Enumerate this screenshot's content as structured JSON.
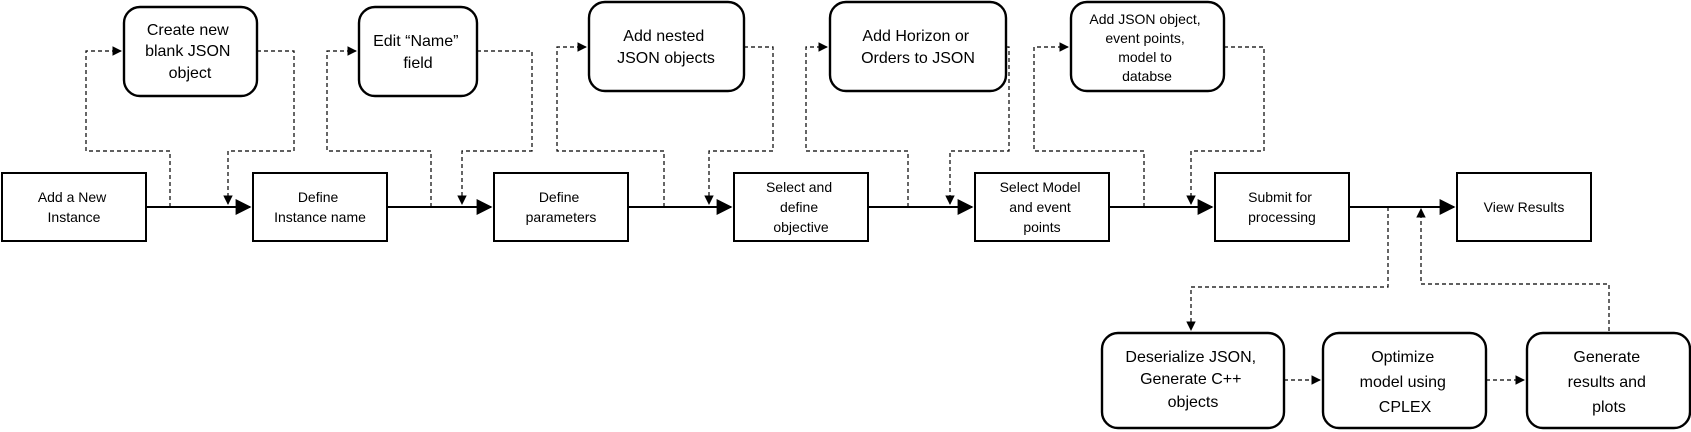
{
  "main_steps": [
    {
      "id": "add-instance",
      "lines": [
        "Add a New",
        "Instance"
      ]
    },
    {
      "id": "define-instance-name",
      "lines": [
        "Define",
        "Instance name"
      ]
    },
    {
      "id": "define-parameters",
      "lines": [
        "Define",
        "parameters"
      ]
    },
    {
      "id": "select-objective",
      "lines": [
        "Select and",
        "define",
        "objective"
      ]
    },
    {
      "id": "select-model",
      "lines": [
        "Select Model",
        "and event",
        "points"
      ]
    },
    {
      "id": "submit-processing",
      "lines": [
        "Submit for",
        "processing"
      ]
    },
    {
      "id": "view-results",
      "lines": [
        "View Results"
      ]
    }
  ],
  "json_steps": [
    {
      "id": "create-json",
      "lines": [
        "Create new",
        "blank JSON",
        "object"
      ]
    },
    {
      "id": "edit-name",
      "lines": [
        "Edit “Name”",
        "field"
      ]
    },
    {
      "id": "add-nested",
      "lines": [
        "Add nested",
        "JSON objects"
      ]
    },
    {
      "id": "add-horizon",
      "lines": [
        "Add Horizon or",
        "Orders to JSON"
      ]
    },
    {
      "id": "add-database",
      "lines": [
        "Add JSON object,",
        "event points,",
        "model to",
        "databse"
      ]
    }
  ],
  "processing_steps": [
    {
      "id": "deserialize",
      "lines": [
        "Deserialize JSON,",
        "Generate C++",
        "objects"
      ]
    },
    {
      "id": "optimize",
      "lines": [
        "Optimize",
        "model using",
        "CPLEX"
      ]
    },
    {
      "id": "generate-results",
      "lines": [
        "Generate",
        "results and",
        "plots"
      ]
    }
  ],
  "colors": {
    "stroke": "#000000",
    "fill": "#ffffff"
  }
}
